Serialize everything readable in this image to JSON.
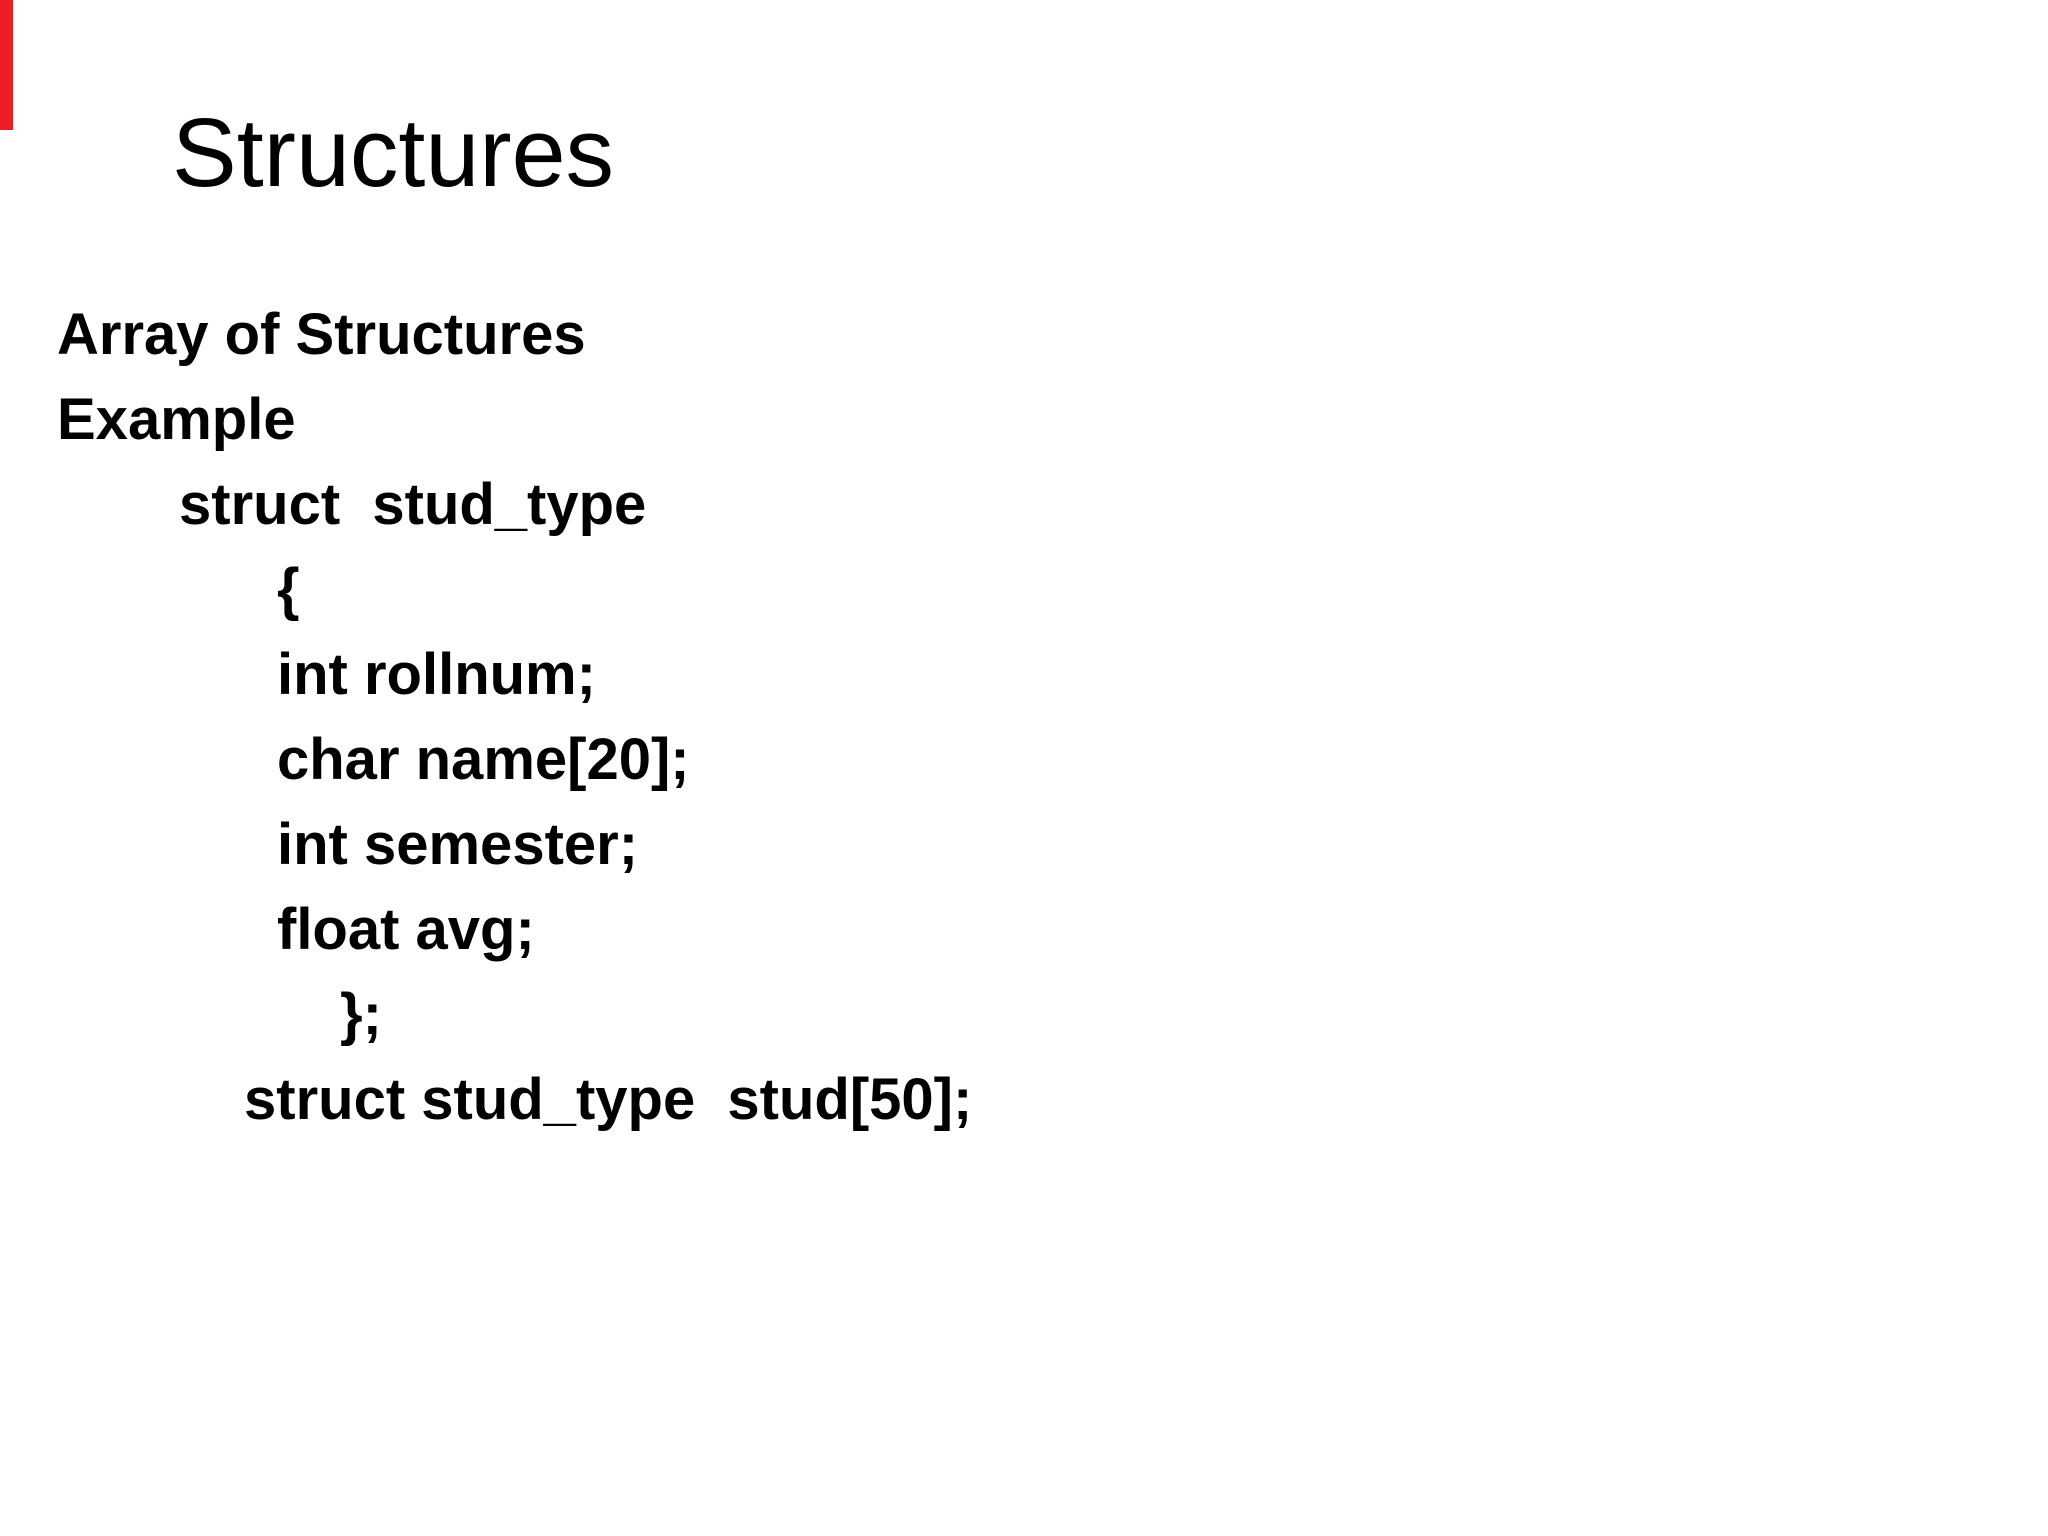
{
  "slide": {
    "title": "Structures",
    "code": {
      "lines": [
        "Array of Structures",
        "Example",
        "struct  stud_type",
        "{",
        "int rollnum;",
        "char name[20];",
        "int semester;",
        "float avg;",
        "};",
        "struct stud_type  stud[50];"
      ]
    },
    "colors": {
      "background": "#ffffff",
      "text": "#000000",
      "corner_marker": "#ee1c25"
    }
  }
}
